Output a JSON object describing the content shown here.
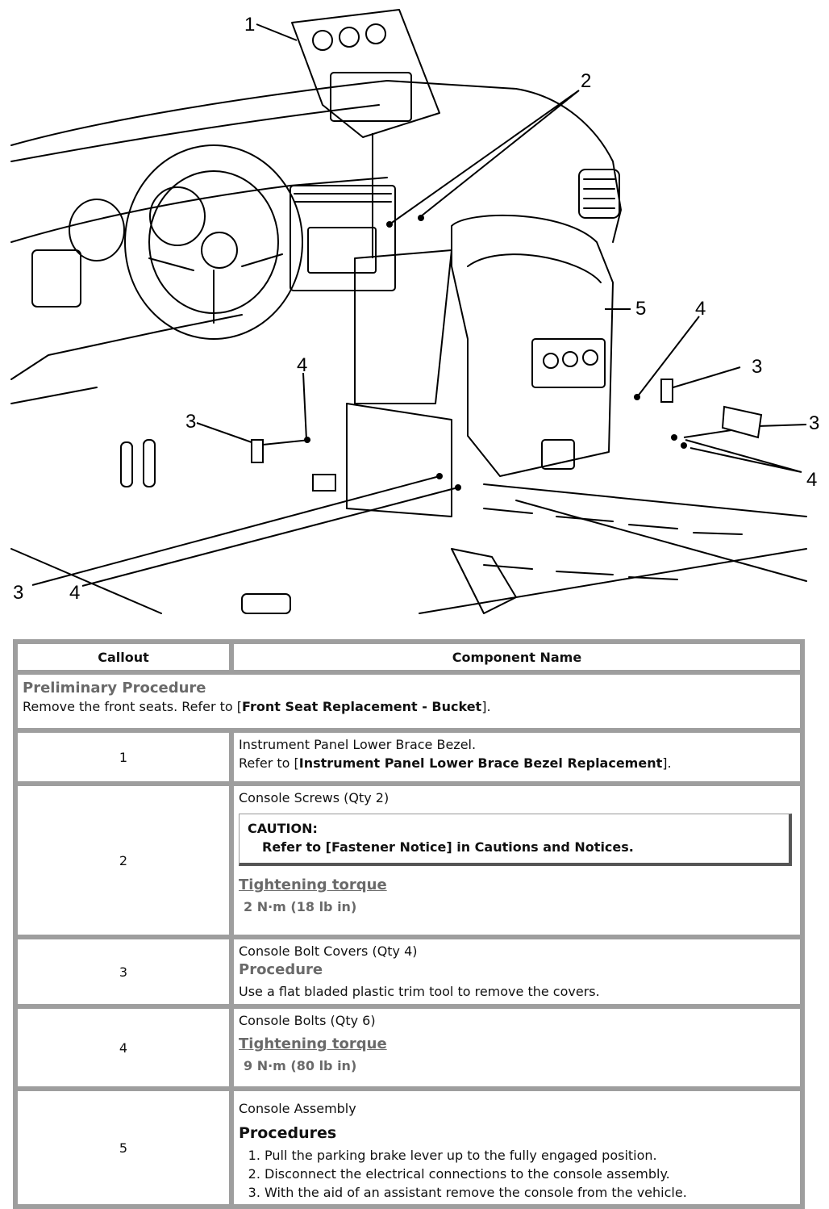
{
  "figure": {
    "callouts": [
      "1",
      "2",
      "3",
      "3",
      "3",
      "3",
      "4",
      "4",
      "4",
      "4",
      "5"
    ]
  },
  "table": {
    "headers": {
      "callout": "Callout",
      "component": "Component Name"
    },
    "preliminary": {
      "title": "Preliminary Procedure",
      "text_before": "Remove the front seats. Refer to [",
      "link": "Front Seat Replacement - Bucket",
      "text_after": "]."
    },
    "rows": [
      {
        "callout": "1",
        "name": "Instrument Panel Lower Brace Bezel.",
        "refer_before": "Refer to [",
        "refer_link": "Instrument Panel Lower Brace Bezel Replacement",
        "refer_after": "]."
      },
      {
        "callout": "2",
        "name": "Console Screws (Qty 2)",
        "caution_title": "CAUTION:",
        "caution_text": "Refer to [Fastener Notice] in Cautions and Notices.",
        "torque_title": "Tightening torque",
        "torque_value": "2 N·m (18 lb in)"
      },
      {
        "callout": "3",
        "name": "Console Bolt Covers (Qty 4)",
        "procedure_title": "Procedure",
        "procedure_text": "Use a flat bladed plastic trim tool to remove the covers."
      },
      {
        "callout": "4",
        "name": "Console Bolts (Qty 6)",
        "torque_title": "Tightening torque",
        "torque_value": "9 N·m (80 lb in)"
      },
      {
        "callout": "5",
        "name": "Console Assembly",
        "procedures_title": "Procedures",
        "steps": [
          "Pull the parking brake lever up to the fully engaged position.",
          "Disconnect the electrical connections to the console assembly.",
          "With the aid of an assistant remove the console from the vehicle."
        ]
      }
    ]
  }
}
